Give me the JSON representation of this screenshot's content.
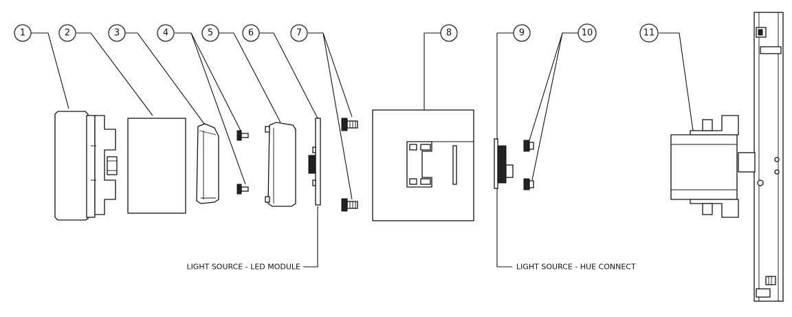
{
  "callouts": [
    {
      "number": "1"
    },
    {
      "number": "2"
    },
    {
      "number": "3"
    },
    {
      "number": "4"
    },
    {
      "number": "5"
    },
    {
      "number": "6"
    },
    {
      "number": "7"
    },
    {
      "number": "8"
    },
    {
      "number": "9"
    },
    {
      "number": "10"
    },
    {
      "number": "11"
    }
  ],
  "labels": {
    "led_module": "LIGHT SOURCE - LED MODULE",
    "hue_connect": "LIGHT SOURCE - HUE CONNECT"
  },
  "colors": {
    "line": "#111111",
    "background": "#ffffff"
  }
}
